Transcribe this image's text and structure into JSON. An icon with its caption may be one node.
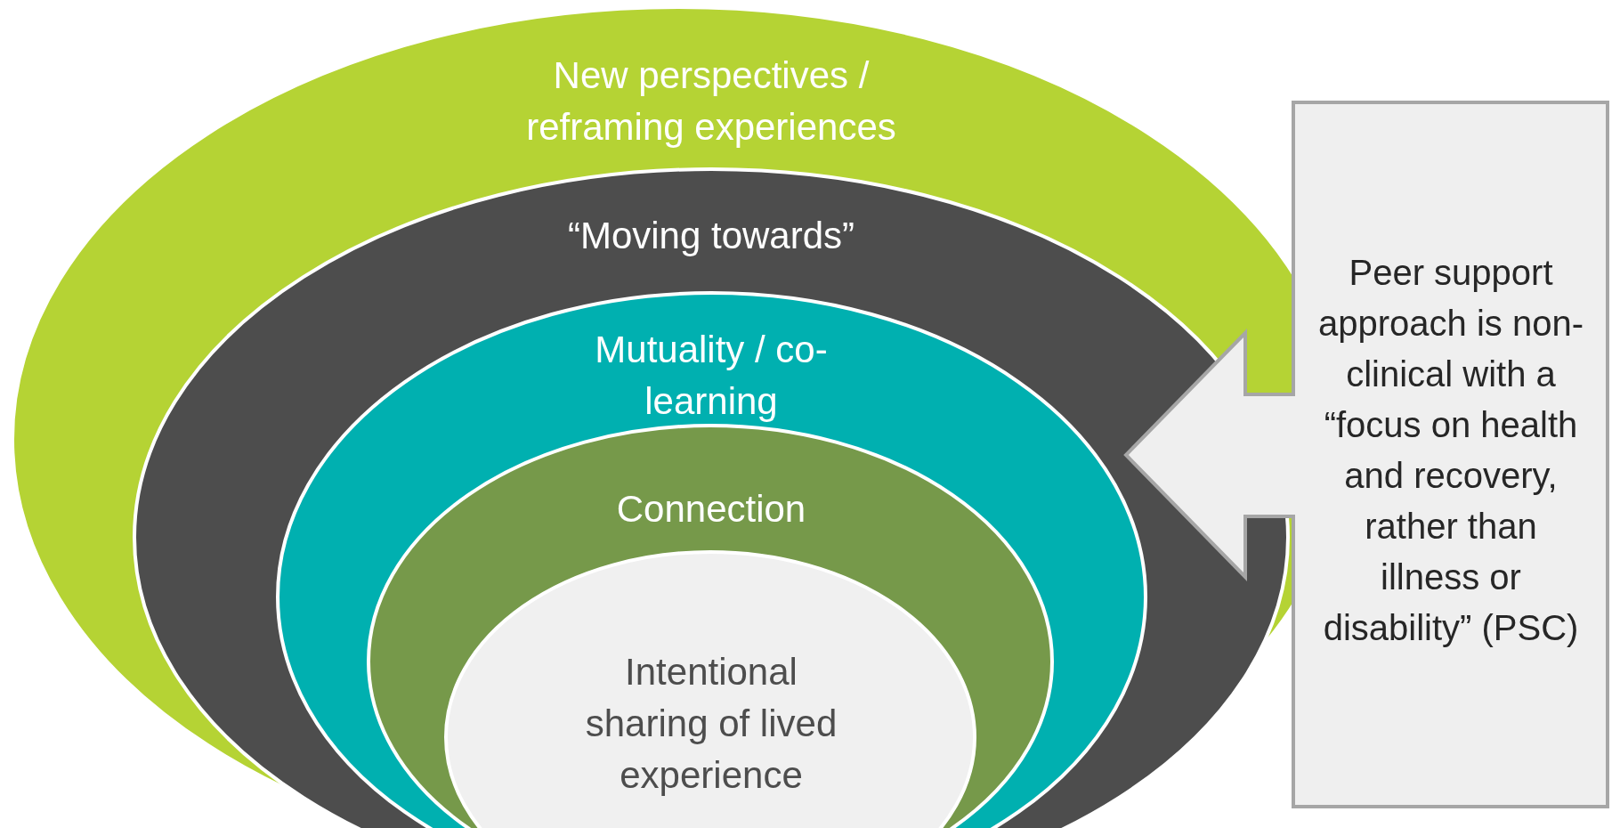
{
  "diagram": {
    "nodes": [
      {
        "text": [
          "New perspectives / reframing experiences"
        ]
      },
      {
        "text": [
          "“Moving towards”"
        ],
        "in": 0
      },
      {
        "text": [
          "Mutuality / co-learning"
        ],
        "in": 1
      },
      {
        "text": [
          "Connection"
        ],
        "in": 2
      },
      {
        "text": [
          "Intentional sharing of lived experience"
        ],
        "in": 3
      },
      {
        "text": [
          "Peer support approach is non-clinical with a “focus on health and recovery, rather than illness or disability” (PSC)"
        ]
      }
    ]
  }
}
